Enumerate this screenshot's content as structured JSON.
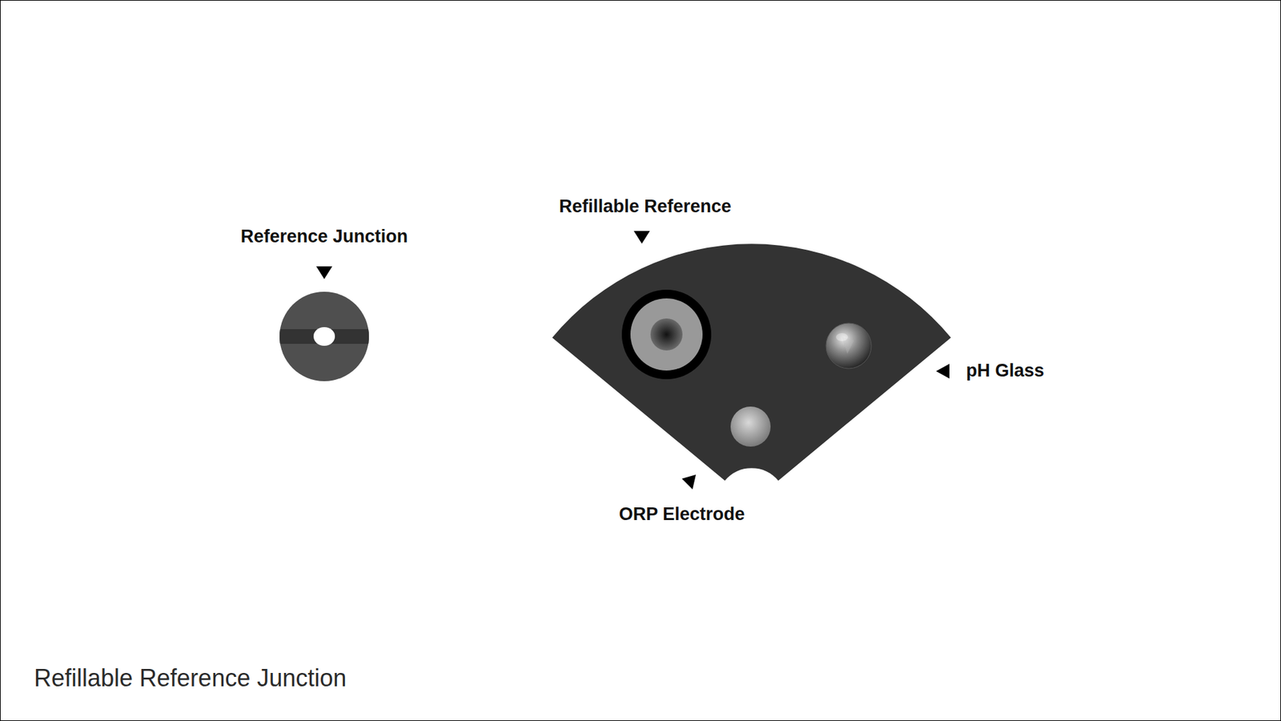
{
  "diagram": {
    "caption": "Refillable Reference Junction",
    "labels": [
      "Reference Junction",
      "Refillable Reference",
      "pH Glass",
      "ORP Electrode"
    ]
  }
}
